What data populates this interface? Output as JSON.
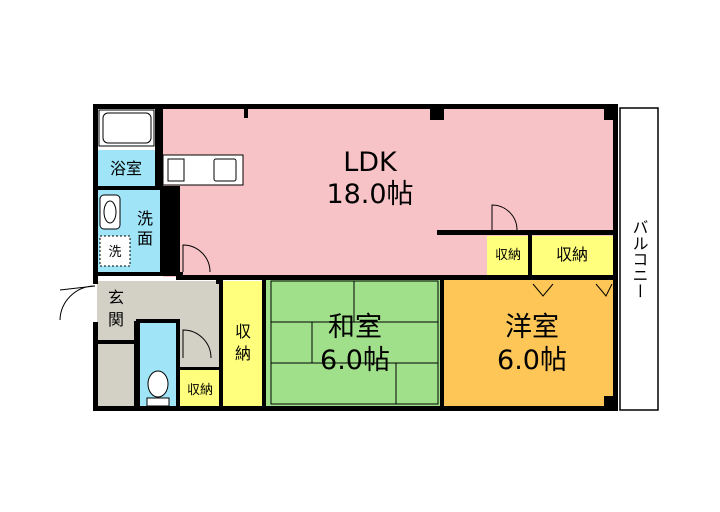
{
  "colors": {
    "ldk": "#F7C3C6",
    "washitsu": "#A1E08A",
    "youshitsu": "#FDC657",
    "water": "#9FE5F7",
    "storage": "#FFFF7D",
    "genkan": "#D3D1C6",
    "wall": "#000000"
  },
  "rooms": {
    "ldk": {
      "name": "LDK",
      "size": "18.0帖"
    },
    "washitsu": {
      "name": "和室",
      "size": "6.0帖"
    },
    "youshitsu": {
      "name": "洋室",
      "size": "6.0帖"
    },
    "bath": {
      "name": "浴室"
    },
    "washroom": {
      "line1": "洗",
      "line2": "面"
    },
    "washer": {
      "name": "洗"
    },
    "genkan": {
      "line1": "玄",
      "line2": "関"
    },
    "closet_center": {
      "line1": "収",
      "line2": "納"
    },
    "closet_small_right": {
      "name": "収納"
    },
    "closet_right": {
      "name": "収納"
    },
    "closet_toilet": {
      "name": "収納"
    },
    "balcony": {
      "name": "バルコニー"
    }
  }
}
